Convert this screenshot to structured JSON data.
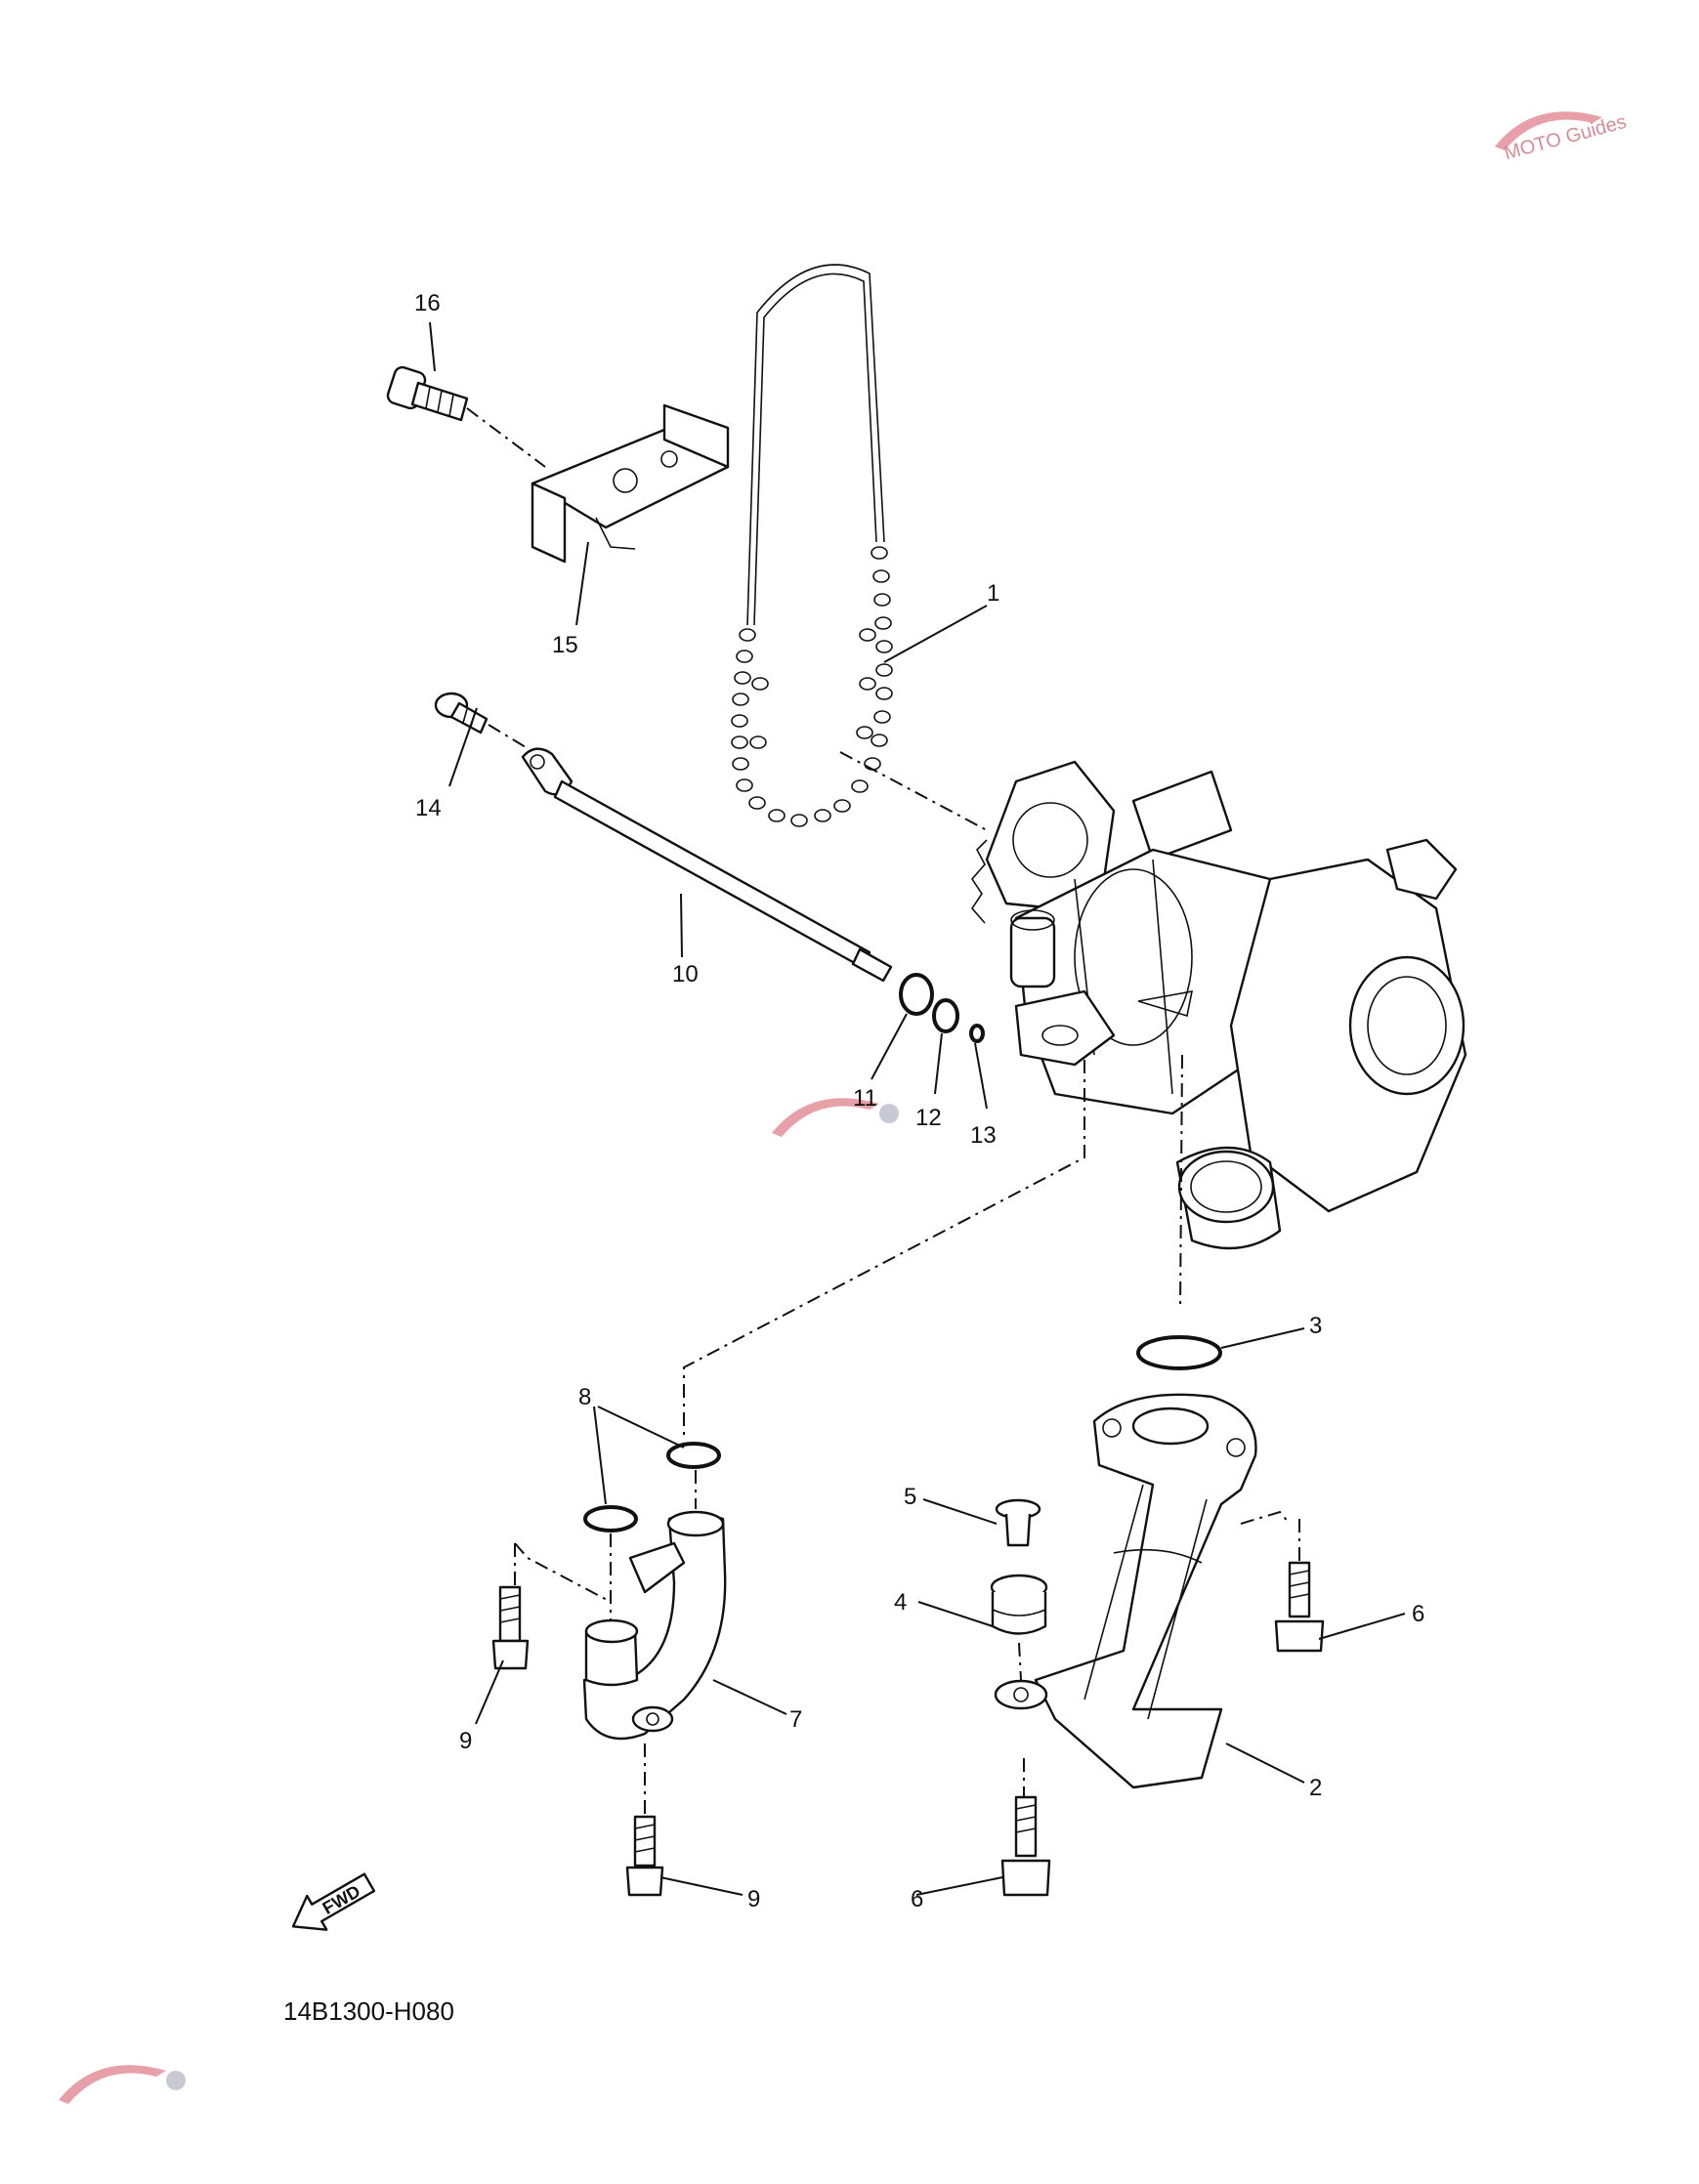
{
  "diagram": {
    "code": "14B1300-H080",
    "fwd_label": "FWD",
    "watermark_text": "MOTO Guides",
    "callouts": [
      {
        "id": "1",
        "label": "1"
      },
      {
        "id": "2",
        "label": "2"
      },
      {
        "id": "3",
        "label": "3"
      },
      {
        "id": "4",
        "label": "4"
      },
      {
        "id": "5",
        "label": "5"
      },
      {
        "id": "6a",
        "label": "6"
      },
      {
        "id": "6b",
        "label": "6"
      },
      {
        "id": "7",
        "label": "7"
      },
      {
        "id": "8",
        "label": "8"
      },
      {
        "id": "9a",
        "label": "9"
      },
      {
        "id": "9b",
        "label": "9"
      },
      {
        "id": "10",
        "label": "10"
      },
      {
        "id": "11",
        "label": "11"
      },
      {
        "id": "12",
        "label": "12"
      },
      {
        "id": "13",
        "label": "13"
      },
      {
        "id": "14",
        "label": "14"
      },
      {
        "id": "15",
        "label": "15"
      },
      {
        "id": "16",
        "label": "16"
      }
    ]
  }
}
